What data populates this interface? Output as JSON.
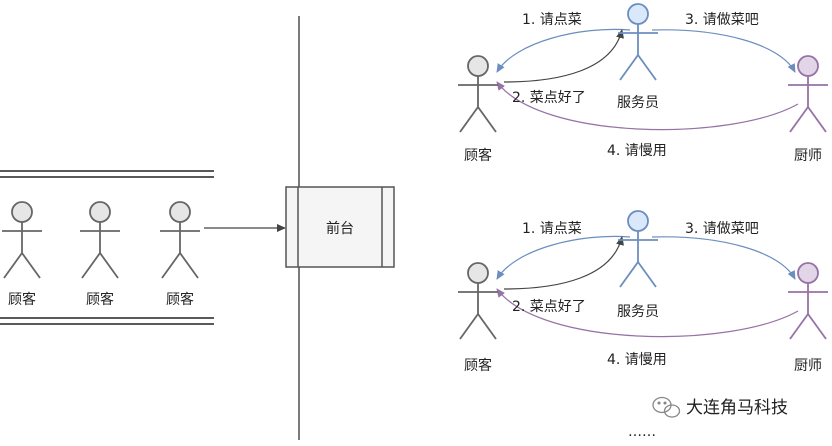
{
  "queue": {
    "customer_labels": [
      "顾客",
      "顾客",
      "顾客"
    ]
  },
  "front_desk": {
    "label": "前台"
  },
  "scenarios": [
    {
      "customer_label": "顾客",
      "waiter_label": "服务员",
      "chef_label": "厨师",
      "steps": [
        "1. 请点菜",
        "2. 菜点好了",
        "3. 请做菜吧",
        "4. 请慢用"
      ]
    },
    {
      "customer_label": "顾客",
      "waiter_label": "服务员",
      "chef_label": "厨师",
      "steps": [
        "1. 请点菜",
        "2. 菜点好了",
        "3. 请做菜吧",
        "4. 请慢用"
      ]
    }
  ],
  "ellipsis": "……",
  "watermark": {
    "text": "大连角马科技",
    "icon": "wechat-icon"
  },
  "colors": {
    "customer_stroke": "#666666",
    "customer_fill": "#e6e6e6",
    "waiter_stroke": "#6c8ebf",
    "waiter_fill": "#dae8fc",
    "chef_stroke": "#9673a6",
    "chef_fill": "#e1d5e7",
    "blue_arrow": "#6c8ebf",
    "purple_arrow": "#9673a6",
    "dark_arrow": "#444444"
  }
}
